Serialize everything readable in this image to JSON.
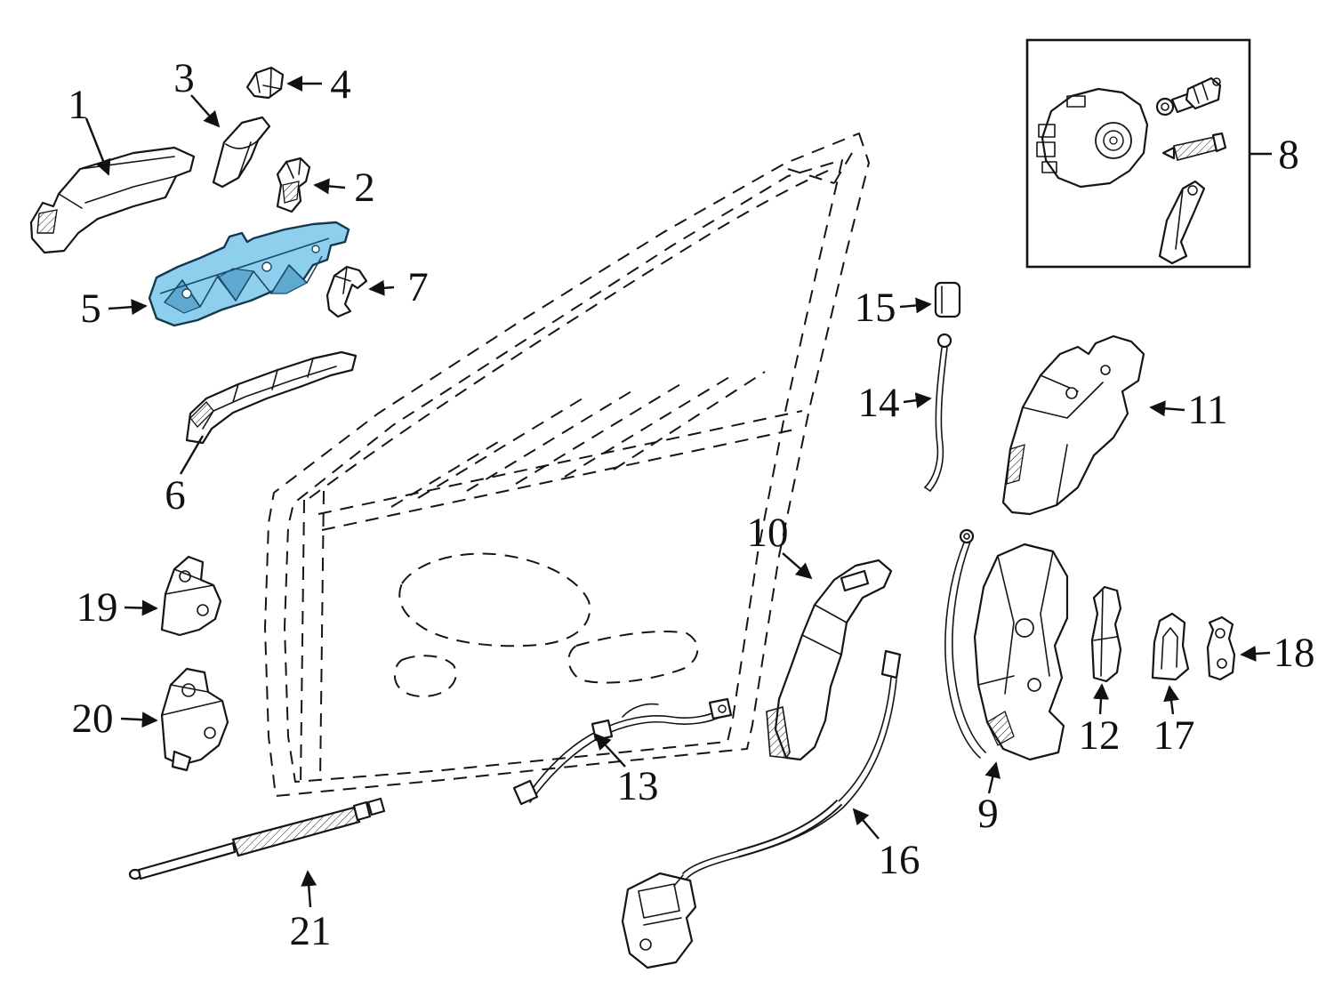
{
  "diagram": {
    "kind": "exploded-parts-diagram",
    "subject": "front-door-lock-and-handle-hardware",
    "background_color": "#ffffff",
    "line_color": "#151515",
    "highlight": {
      "fill": "#8ecfee",
      "shade": "#5fa8cf",
      "outline": "#12394f",
      "highlighted_label": "5"
    },
    "callouts": [
      {
        "label": "1",
        "part_name": "outside-door-handle"
      },
      {
        "label": "2",
        "part_name": "handle-rear-bracket"
      },
      {
        "label": "3",
        "part_name": "handle-cap"
      },
      {
        "label": "4",
        "part_name": "cylinder-plug"
      },
      {
        "label": "5",
        "part_name": "handle-carrier-plate",
        "highlighted": true
      },
      {
        "label": "6",
        "part_name": "carrier-gasket"
      },
      {
        "label": "7",
        "part_name": "handle-end-support"
      },
      {
        "label": "8",
        "part_name": "lock-cylinder-kit"
      },
      {
        "label": "9",
        "part_name": "door-lock-with-cable"
      },
      {
        "label": "10",
        "part_name": "inside-handle-bracket"
      },
      {
        "label": "11",
        "part_name": "lock-mounting-bracket"
      },
      {
        "label": "12",
        "part_name": "guide-rail"
      },
      {
        "label": "13",
        "part_name": "inner-release-cable"
      },
      {
        "label": "14",
        "part_name": "lock-rod"
      },
      {
        "label": "15",
        "part_name": "rod-clip"
      },
      {
        "label": "16",
        "part_name": "actuator-cable-assembly"
      },
      {
        "label": "17",
        "part_name": "door-striker"
      },
      {
        "label": "18",
        "part_name": "striker-plate"
      },
      {
        "label": "19",
        "part_name": "upper-door-hinge"
      },
      {
        "label": "20",
        "part_name": "lower-door-hinge"
      },
      {
        "label": "21",
        "part_name": "door-check-strut"
      }
    ]
  }
}
